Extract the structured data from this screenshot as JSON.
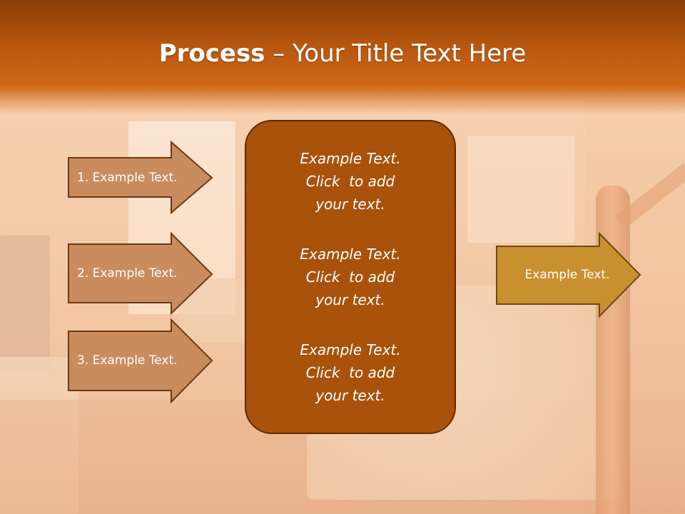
{
  "slide": {
    "title_bold": "Process",
    "title_rest": " – Your Title Text Here"
  },
  "left_arrows": [
    {
      "label": "1. Example Text."
    },
    {
      "label": "2. Example Text."
    },
    {
      "label": "3. Example Text."
    }
  ],
  "center_box": {
    "paragraphs": [
      {
        "line1": "Example Text.",
        "line2": "Click  to add",
        "line3": "your text."
      },
      {
        "line1": "Example Text.",
        "line2": "Click  to add",
        "line3": "your text."
      },
      {
        "line1": "Example Text.",
        "line2": "Click  to add",
        "line3": "your text."
      }
    ]
  },
  "right_arrow": {
    "label": "Example Text."
  },
  "colors": {
    "header": "#b8560f",
    "left_arrow_fill": "#c98c5e",
    "left_arrow_stroke": "#6b3a14",
    "center_box_fill": "#a9520b",
    "center_box_stroke": "#5e2a05",
    "right_arrow_fill": "#c8902e",
    "right_arrow_stroke": "#6b4a12"
  }
}
